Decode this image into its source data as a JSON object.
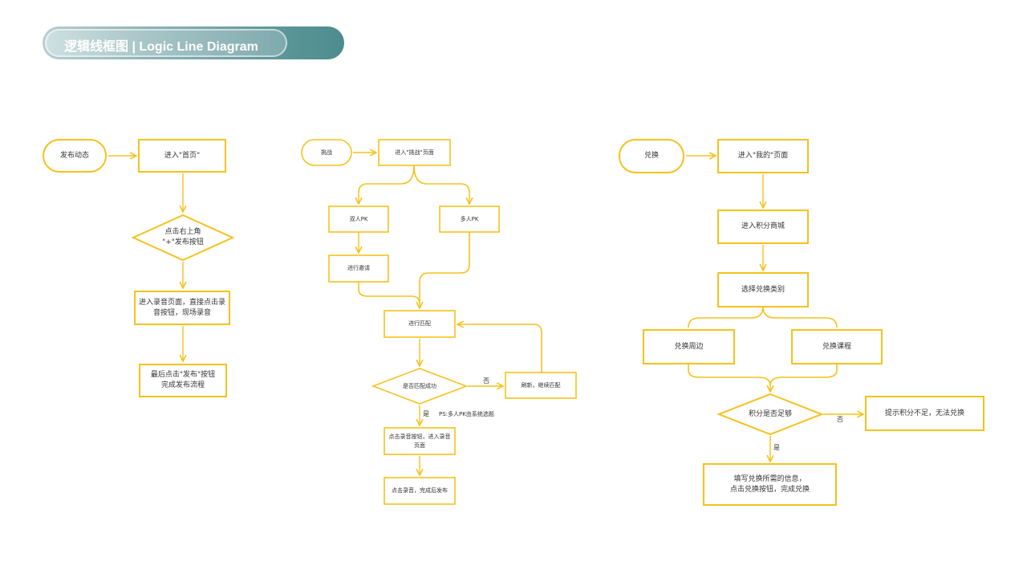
{
  "header": {
    "title": "逻辑线框图 | Logic Line Diagram"
  },
  "colors": {
    "stroke": "#f5c21b",
    "header_dark": "#4c8c8f",
    "header_light": "#cfe0e1"
  },
  "flow1": {
    "start": "发布动态",
    "step1": "进入\"首页\"",
    "decision": "点击右上角\n\"+\"发布按钮",
    "step2": "进入录音页面，直接点击录\n音按钮，现场录音",
    "step3": "最后点击\"发布\"按钮\n完成发布流程"
  },
  "flow2": {
    "start": "挑战",
    "step1": "进入\"挑战\"页面",
    "branch_a": "双人PK",
    "branch_b": "多人PK",
    "invite": "进行邀请",
    "match": "进行匹配",
    "decision": "是否匹配成功",
    "refresh": "刷新，继续匹配",
    "yes": "是",
    "no": "否",
    "note": "PS:多人PK由系统选题",
    "record": "点击录音按钮，进入录音\n页面",
    "publish": "点击录音，完成后发布"
  },
  "flow3": {
    "start": "兑换",
    "step1": "进入\"我的\"页面",
    "step2": "进入积分商城",
    "step3": "选择兑换类别",
    "opt_a": "兑换周边",
    "opt_b": "兑换课程",
    "decision": "积分是否足够",
    "yes": "是",
    "no": "否",
    "insufficient": "提示积分不足，无法兑换",
    "finish": "填写兑换所需的信息，\n点击兑换按钮，完成兑换"
  }
}
